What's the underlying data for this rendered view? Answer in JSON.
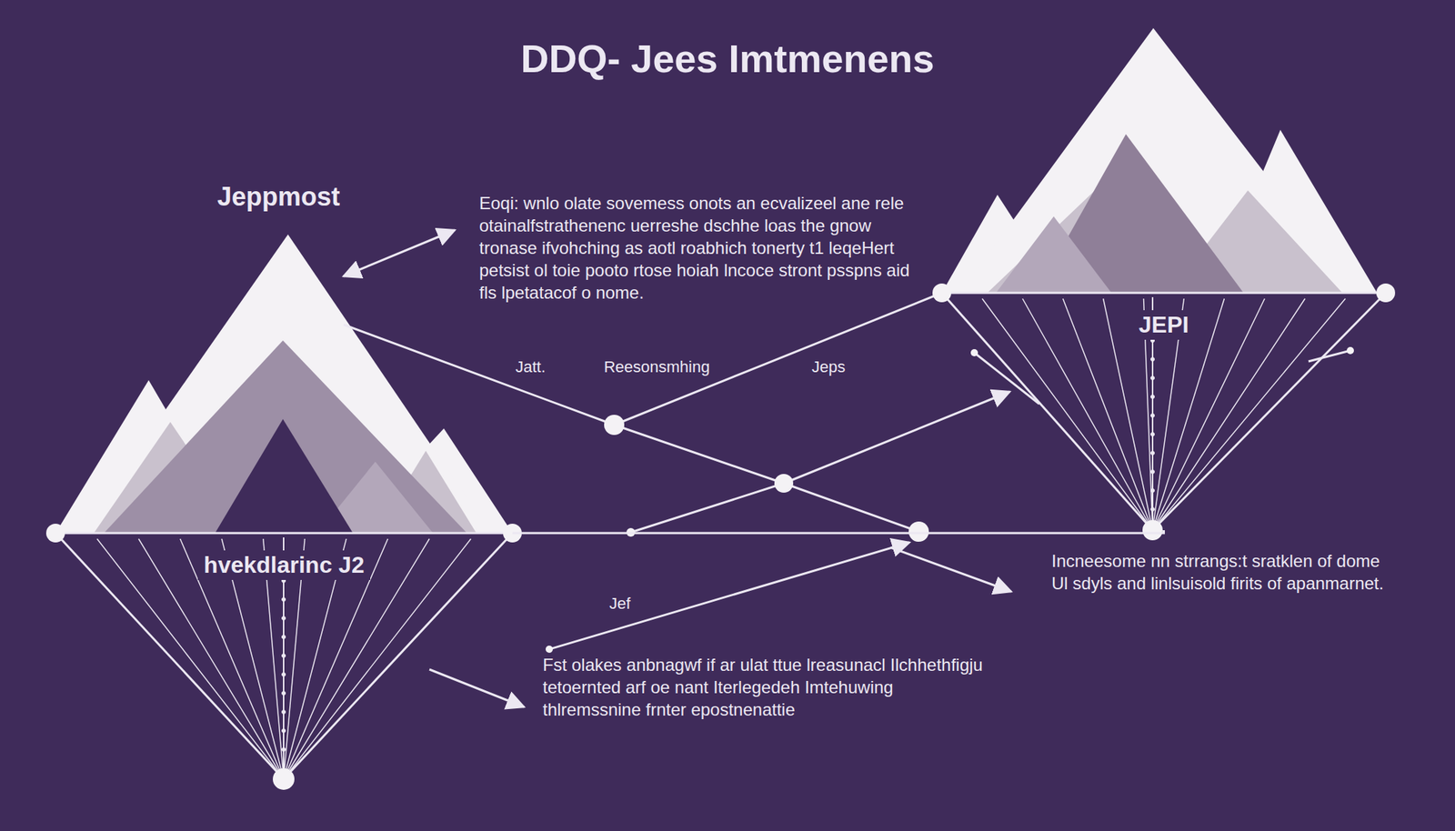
{
  "diagram": {
    "title": "DDQ- Jees Imtmenens",
    "nodes": [
      {
        "text": [
          "hvekdlarinc J2"
        ]
      },
      {
        "text": [
          "JEPI"
        ]
      }
    ],
    "edges": [
      {
        "from": 0,
        "to": 1,
        "arrow": "none"
      }
    ],
    "labels": [
      "Jeppmost",
      "Eoqi: wnlo olate sovemess onots an ecvalizeel ane rele otainalfstrathenenc uerreshe dschhe loas the gnow tronase ifvohching as aotl roabhich tonerty t1 leqeHert petsist ol toie pooto rtose hoiah lncoce stront psspns aid fls lpetatacof o nome.",
      "Jatt.",
      "Reesonsmhing",
      "Jeps",
      "Jef",
      "Incneesome nn strrangs:t sratklen of dome Ul sdyls and linlsuisold firits of apanmarnet.",
      "Fst olakes anbnagwf if ar ulat ttue lreasunacl Ilchhethfigju tetoernted arf oe nant Iterlegedeh Imtehuwing thlremssnine frnter epostnenattie"
    ]
  }
}
